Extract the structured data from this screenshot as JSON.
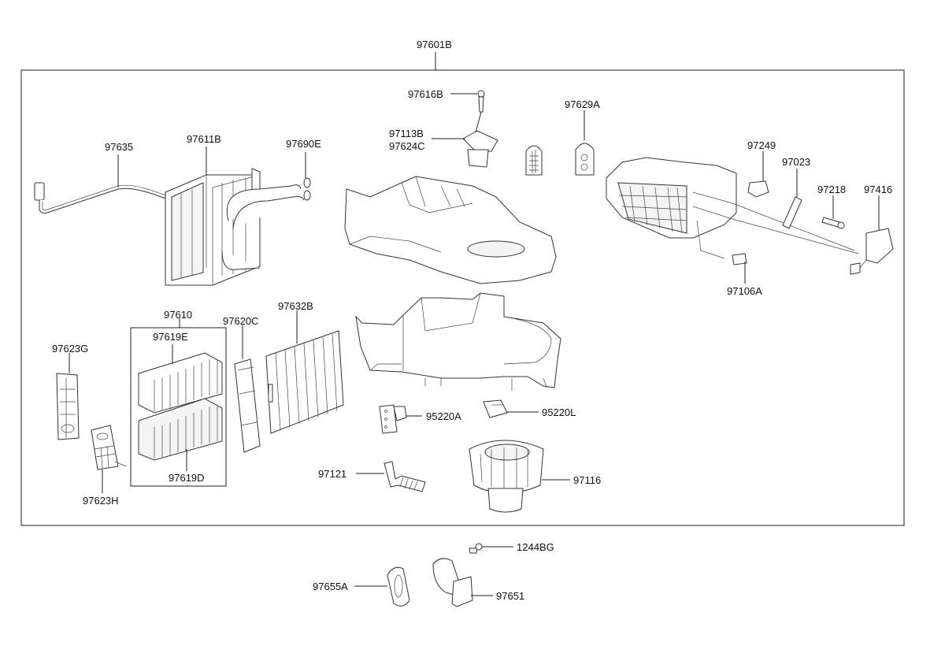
{
  "diagram": {
    "parts": {
      "p97601B": "97601B",
      "p97616B": "97616B",
      "p97113B": "97113B",
      "p97624C": "97624C",
      "p97629A": "97629A",
      "p97635": "97635",
      "p97611B": "97611B",
      "p97690E": "97690E",
      "p97249": "97249",
      "p97023": "97023",
      "p97218": "97218",
      "p97416": "97416",
      "p97106A": "97106A",
      "p97610": "97610",
      "p97619E": "97619E",
      "p97619D": "97619D",
      "p97620C": "97620C",
      "p97632B": "97632B",
      "p97623G": "97623G",
      "p97623H": "97623H",
      "p95220A": "95220A",
      "p95220L": "95220L",
      "p97121": "97121",
      "p97116": "97116",
      "p1244BG": "1244BG",
      "p97655A": "97655A",
      "p97651": "97651"
    }
  }
}
